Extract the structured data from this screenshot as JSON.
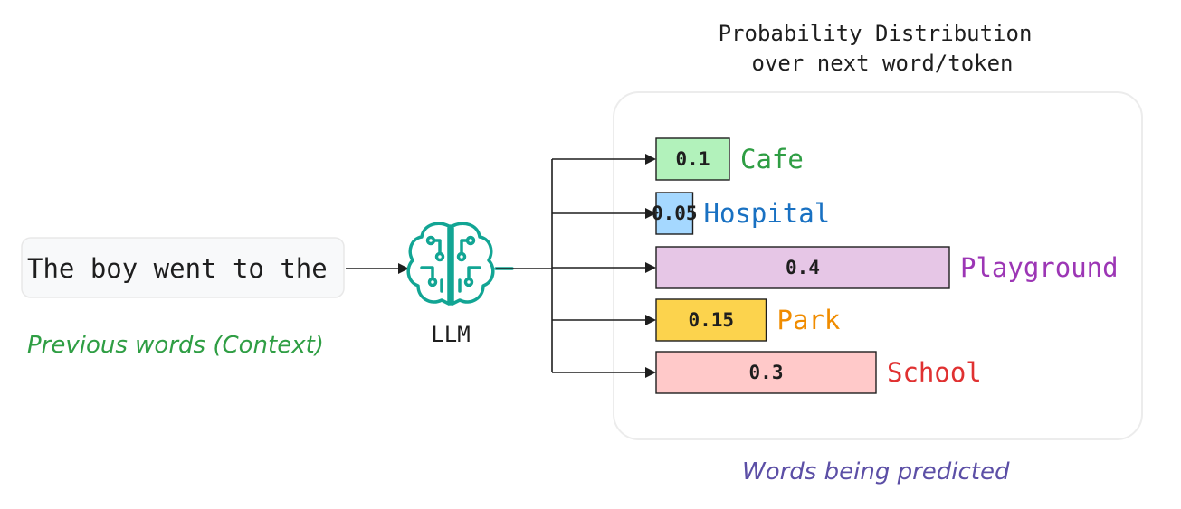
{
  "header": {
    "title_line1": "Probability Distribution",
    "title_line2": "over next word/token"
  },
  "input": {
    "context_text": "The boy went to the",
    "caption": "Previous words (Context)",
    "caption_color": "#2f9e44"
  },
  "model": {
    "label": "LLM",
    "icon": "brain-circuit-icon",
    "icon_color": "#12a594"
  },
  "output": {
    "caption": "Words being predicted",
    "caption_color": "#5c4fa6"
  },
  "chart_data": {
    "type": "bar",
    "orientation": "horizontal",
    "categories": [
      "Cafe",
      "Hospital",
      "Playground",
      "Park",
      "School"
    ],
    "values": [
      0.1,
      0.05,
      0.4,
      0.15,
      0.3
    ],
    "value_labels": [
      "0.1",
      "0.05",
      "0.4",
      "0.15",
      "0.3"
    ],
    "bar_colors": [
      "#b2f2bb",
      "#a5d8ff",
      "#e6c6e6",
      "#fcd34d",
      "#ffc9c9"
    ],
    "label_colors": [
      "#2f9e44",
      "#1971c2",
      "#9c36b5",
      "#f08c00",
      "#e03131"
    ],
    "title": "Probability Distribution over next word/token"
  }
}
